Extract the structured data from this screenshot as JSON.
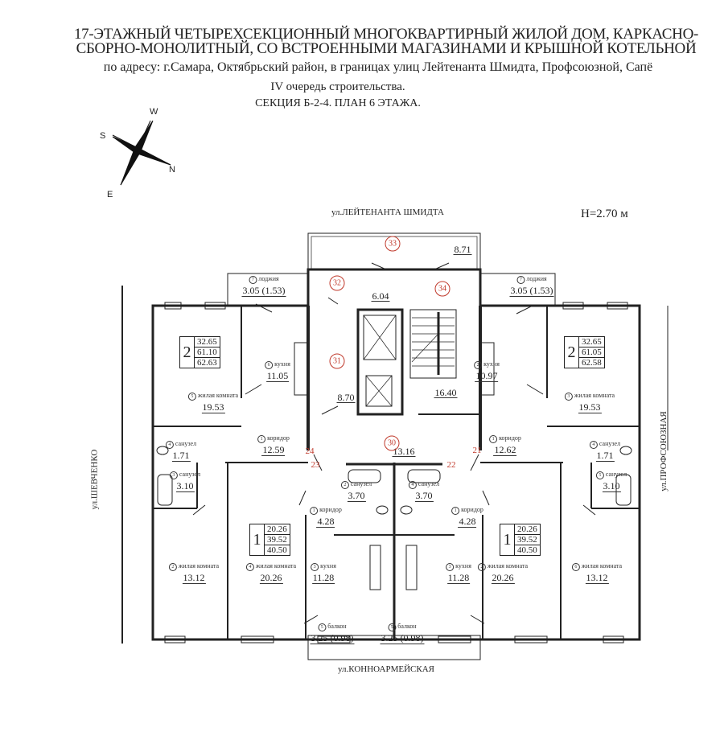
{
  "header": {
    "line1": "17-ЭТАЖНЫЙ ЧЕТЫРЕХСЕКЦИОННЫЙ МНОГОКВАРТИРНЫЙ ЖИЛОЙ ДОМ, КАРКАСНО-",
    "line2": "СБОРНО-МОНОЛИТНЫЙ, СО ВСТРОЕННЫМИ МАГАЗИНАМИ И КРЫШНОЙ КОТЕЛЬНОЙ",
    "line3": "по адресу: г.Самара, Октябрьский район,  в границах улиц Лейтенанта Шмидта, Профсоюзной, Сапё",
    "line4": "IV очередь строительства.",
    "line5": "СЕКЦИЯ  Б-2-4.  ПЛАН  6  ЭТАЖА."
  },
  "compass": {
    "w": "W",
    "s": "S",
    "n": "N",
    "e": "E"
  },
  "height_label": "H=2.70 м",
  "streets": {
    "top": "ул.ЛЕЙТЕНАНТА ШМИДТА",
    "bottom": "ул.КОННОАРМЕЙСКАЯ",
    "left": "ул.ШЕВЧЕНКО",
    "right": "ул.ПРОФСОЮЗНАЯ"
  },
  "apartments": [
    {
      "rooms": "2",
      "living": "32.65",
      "total": "61.10",
      "with_loggia": "62.63"
    },
    {
      "rooms": "2",
      "living": "32.65",
      "total": "61.05",
      "with_loggia": "62.58"
    },
    {
      "rooms": "1",
      "living": "20.26",
      "total": "39.52",
      "with_loggia": "40.50"
    },
    {
      "rooms": "1",
      "living": "20.26",
      "total": "39.52",
      "with_loggia": "40.50"
    }
  ],
  "rooms": [
    {
      "num": "7",
      "name": "лоджия",
      "area": "3.05 (1.53)"
    },
    {
      "num": "7",
      "name": "лоджия",
      "area": "3.05 (1.53)"
    },
    {
      "num": "6",
      "name": "кухня",
      "area": "11.05"
    },
    {
      "num": "2",
      "name": "кухня",
      "area": "10.97"
    },
    {
      "num": "5",
      "name": "жилая комната",
      "area": "19.53"
    },
    {
      "num": "3",
      "name": "жилая комната",
      "area": "19.53"
    },
    {
      "num": "1",
      "name": "коридор",
      "area": "12.59"
    },
    {
      "num": "1",
      "name": "коридор",
      "area": "12.62"
    },
    {
      "num": "4",
      "name": "санузел",
      "area": "1.71"
    },
    {
      "num": "4",
      "name": "санузел",
      "area": "1.71"
    },
    {
      "num": "3",
      "name": "санузел",
      "area": "3.10"
    },
    {
      "num": "5",
      "name": "санузел",
      "area": "3.10"
    },
    {
      "num": "2",
      "name": "санузел",
      "area": "3.70"
    },
    {
      "num": "4",
      "name": "санузел",
      "area": "3.70"
    },
    {
      "num": "1",
      "name": "коридор",
      "area": "4.28"
    },
    {
      "num": "1",
      "name": "коридор",
      "area": "4.28"
    },
    {
      "num": "2",
      "name": "жилая комната",
      "area": "13.12"
    },
    {
      "num": "4",
      "name": "жилая комната",
      "area": "20.26"
    },
    {
      "num": "3",
      "name": "кухня",
      "area": "11.28"
    },
    {
      "num": "3",
      "name": "кухня",
      "area": "11.28"
    },
    {
      "num": "2",
      "name": "жилая комната",
      "area": "20.26"
    },
    {
      "num": "6",
      "name": "жилая комната",
      "area": "13.12"
    },
    {
      "num": "5",
      "name": "балкон",
      "area": "3.25 (0.98)"
    },
    {
      "num": "5",
      "name": "балкон",
      "area": "3.25 (0.98)"
    }
  ],
  "common_areas": {
    "a_871": "8.71",
    "a_604": "6.04",
    "a_870": "8.70",
    "a_1640": "16.40",
    "a_1316": "13.16"
  },
  "markers": {
    "m33": "33",
    "m32": "32",
    "m34": "34",
    "m31": "31",
    "m30": "30",
    "m24": "24",
    "m23": "23",
    "m22": "22",
    "m21": "21"
  },
  "colors": {
    "marker": "#c0392b",
    "line": "#222222"
  }
}
